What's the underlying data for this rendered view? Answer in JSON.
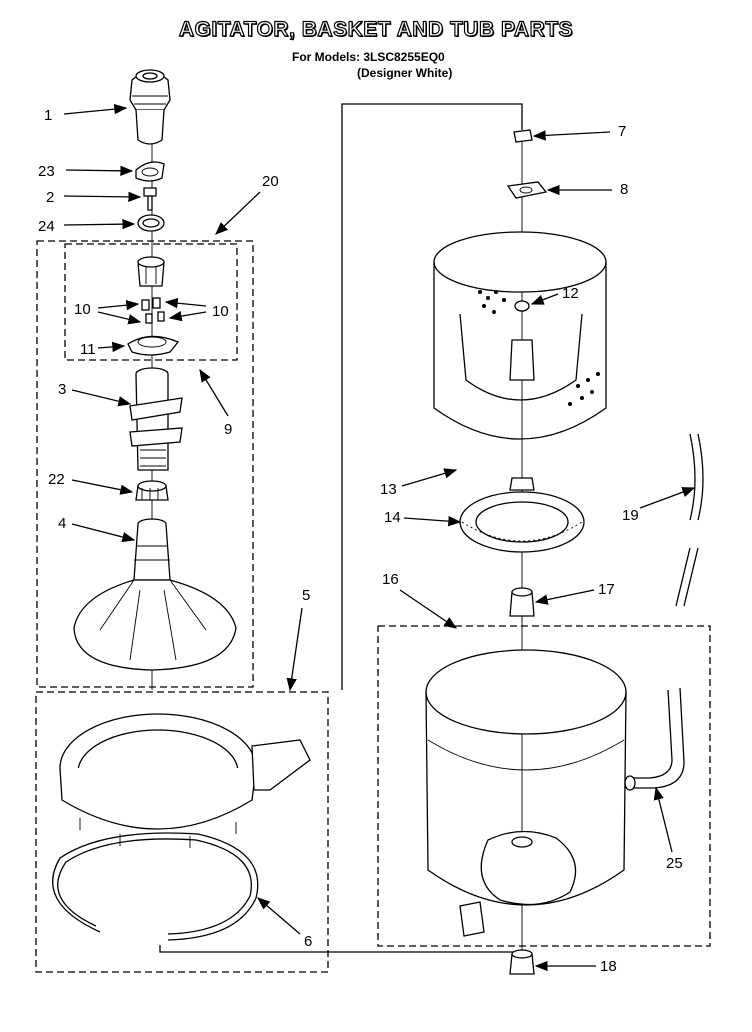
{
  "header": {
    "title": "AGITATOR, BASKET AND TUB PARTS",
    "models_line": "For Models: 3LSC8255EQ0",
    "variant_line": "(Designer White)"
  },
  "callouts": [
    "1",
    "23",
    "2",
    "24",
    "20",
    "10",
    "10",
    "11",
    "9",
    "3",
    "22",
    "4",
    "5",
    "6",
    "7",
    "8",
    "12",
    "13",
    "14",
    "19",
    "16",
    "17",
    "25",
    "18"
  ]
}
